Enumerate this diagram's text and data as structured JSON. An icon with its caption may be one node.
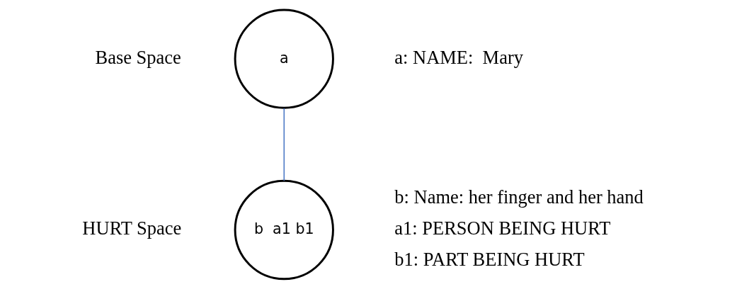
{
  "diagram": {
    "nodes": [
      {
        "text": [
          "a"
        ],
        "beside": [
          "Base Space",
          "a: NAME:  Mary"
        ]
      },
      {
        "text": [
          "b  a1 b1"
        ],
        "beside": [
          "HURT Space",
          "b: Name: her finger and her hand",
          "a1: PERSON BEING HURT",
          "b1: PART BEING HURT"
        ]
      }
    ],
    "edges": [
      {
        "from": 0,
        "to": 1,
        "arrow": "none",
        "color": "#4472c4"
      }
    ]
  }
}
